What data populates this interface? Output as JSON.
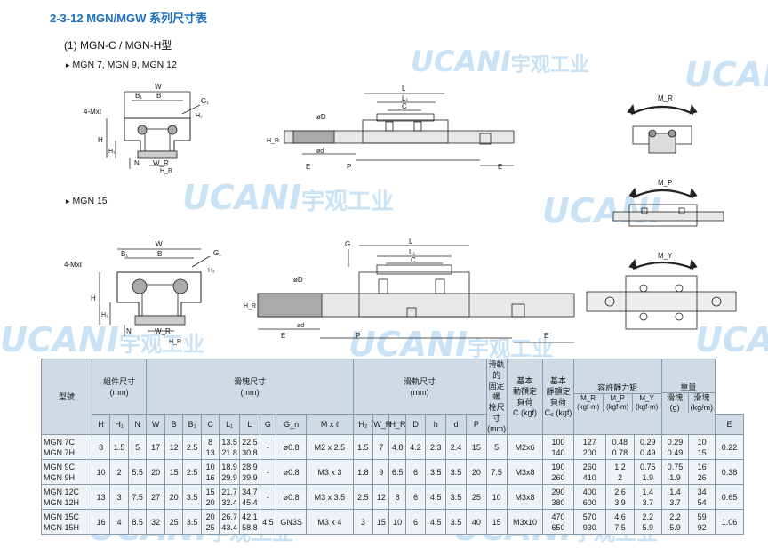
{
  "heading": "2-3-12   MGN/MGW 系列尺寸表",
  "subheading": "(1) MGN-C / MGN-H型",
  "section1": "MGN 7, MGN 9, MGN 12",
  "section2": "MGN 15",
  "watermark": {
    "latin": "UCANI",
    "cjk": "宇观工业"
  },
  "drawing_labels": {
    "W": "W",
    "B": "B",
    "B1": "B₁",
    "G1": "G₁",
    "Mxl": "4-Mxℓ",
    "H": "H",
    "H1": "H₁",
    "H2": "H₂",
    "h": "h",
    "N": "N",
    "WR": "W_R",
    "HR": "H_R",
    "L": "L",
    "L1": "L₁",
    "C": "C",
    "D": "øD",
    "d": "ød",
    "E": "E",
    "P": "P",
    "G": "G",
    "MR": "M_R",
    "MP": "M_P",
    "MY": "M_Y"
  },
  "table": {
    "group_headers": [
      "型號",
      "組件尺寸\n(mm)",
      "滑塊尺寸\n(mm)",
      "滑軌尺寸\n(mm)",
      "滑軌的\n固定螺\n栓尺寸\n(mm)",
      "基本\n動額定\n負荷\nC (kgf)",
      "基本\n靜額定\n負荷\nC₀ (kgf)",
      "容許靜力矩",
      "重量"
    ],
    "moment_headers": [
      "M_R\n(kgf-m)",
      "M_P\n(kgf-m)",
      "M_Y\n(kgf-m)"
    ],
    "weight_headers": [
      "滑塊\n(g)",
      "滑塊\n(kg/m)"
    ],
    "sub_headers": [
      "H",
      "H₁",
      "N",
      "W",
      "B",
      "B₁",
      "C",
      "L₁",
      "L",
      "G",
      "G_n",
      "M x ℓ",
      "H₂",
      "W_R",
      "H_R",
      "D",
      "h",
      "d",
      "P",
      "E"
    ],
    "rows": [
      [
        "MGN 7C\nMGN 7H",
        "8",
        "1.5",
        "5",
        "17",
        "12",
        "2.5",
        "8\n13",
        "13.5\n21.8",
        "22.5\n30.8",
        "-",
        "ø0.8",
        "M2 x 2.5",
        "1.5",
        "7",
        "4.8",
        "4.2",
        "2.3",
        "2.4",
        "15",
        "5",
        "M2x6",
        "100\n140",
        "127\n200",
        "0.48\n0.78",
        "0.29\n0.49",
        "0.29\n0.49",
        "10\n15",
        "0.22"
      ],
      [
        "MGN 9C\nMGN 9H",
        "10",
        "2",
        "5.5",
        "20",
        "15",
        "2.5",
        "10\n16",
        "18.9\n29.9",
        "28.9\n39.9",
        "-",
        "ø0.8",
        "M3 x 3",
        "1.8",
        "9",
        "6.5",
        "6",
        "3.5",
        "3.5",
        "20",
        "7.5",
        "M3x8",
        "190\n260",
        "260\n410",
        "1.2\n2",
        "0.75\n1.9",
        "0.75\n1.9",
        "16\n26",
        "0.38"
      ],
      [
        "MGN 12C\nMGN 12H",
        "13",
        "3",
        "7.5",
        "27",
        "20",
        "3.5",
        "15\n20",
        "21.7\n32.4",
        "34.7\n45.4",
        "-",
        "ø0.8",
        "M3 x 3.5",
        "2.5",
        "12",
        "8",
        "6",
        "4.5",
        "3.5",
        "25",
        "10",
        "M3x8",
        "290\n380",
        "400\n600",
        "2.6\n3.9",
        "1.4\n3.7",
        "1.4\n3.7",
        "34\n54",
        "0.65"
      ],
      [
        "MGN 15C\nMGN 15H",
        "16",
        "4",
        "8.5",
        "32",
        "25",
        "3.5",
        "20\n25",
        "26.7\n43.4",
        "42.1\n58.8",
        "4.5",
        "GN3S",
        "M3 x 4",
        "3",
        "15",
        "10",
        "6",
        "4.5",
        "3.5",
        "40",
        "15",
        "M3x10",
        "470\n650",
        "570\n930",
        "4.6\n7.5",
        "2.2\n5.9",
        "2.2\n5.9",
        "59\n92",
        "1.06"
      ]
    ]
  }
}
